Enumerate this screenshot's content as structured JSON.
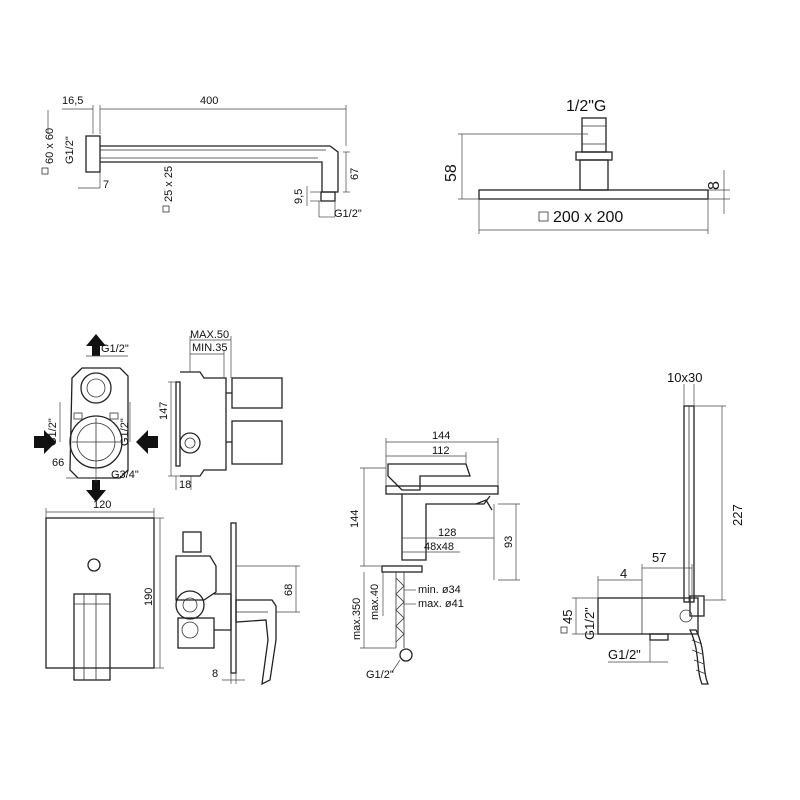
{
  "arm": {
    "d_16_5": "16,5",
    "d_400": "400",
    "d_60x60": "60 x 60",
    "g_left": "G1/2\"",
    "d_7": "7",
    "d_25x25": "25 x 25",
    "d_9_5": "9,5",
    "d_67": "67",
    "g_right": "G1/2\""
  },
  "head": {
    "thread": "1/2\"G",
    "d_58": "58",
    "d_8": "8",
    "size": "200 x 200"
  },
  "box": {
    "g_top": "G1/2\"",
    "g_left": "G1/2\"",
    "g_right": "G1/2\"",
    "g_bottom": "G3/4\"",
    "d_66": "66",
    "d_max50": "MAX.50",
    "d_min35": "MIN.35",
    "d_147": "147",
    "d_18": "18"
  },
  "plate": {
    "d_120": "120",
    "d_190": "190",
    "d_68": "68",
    "d_8": "8"
  },
  "mixer": {
    "d_144w": "144",
    "d_112": "112",
    "d_144h": "144",
    "d_128": "128",
    "d_93": "93",
    "d_48x48": "48x48",
    "d_min34": "min. ø34",
    "d_max41": "max. ø41",
    "d_max40": "max.40",
    "d_max350": "max.350",
    "g": "G1/2\""
  },
  "shower": {
    "d_10x30": "10x30",
    "d_227": "227",
    "d_57": "57",
    "d_4": "4",
    "d_45": "45",
    "g_side": "G1/2\"",
    "g_bottom": "G1/2\""
  }
}
